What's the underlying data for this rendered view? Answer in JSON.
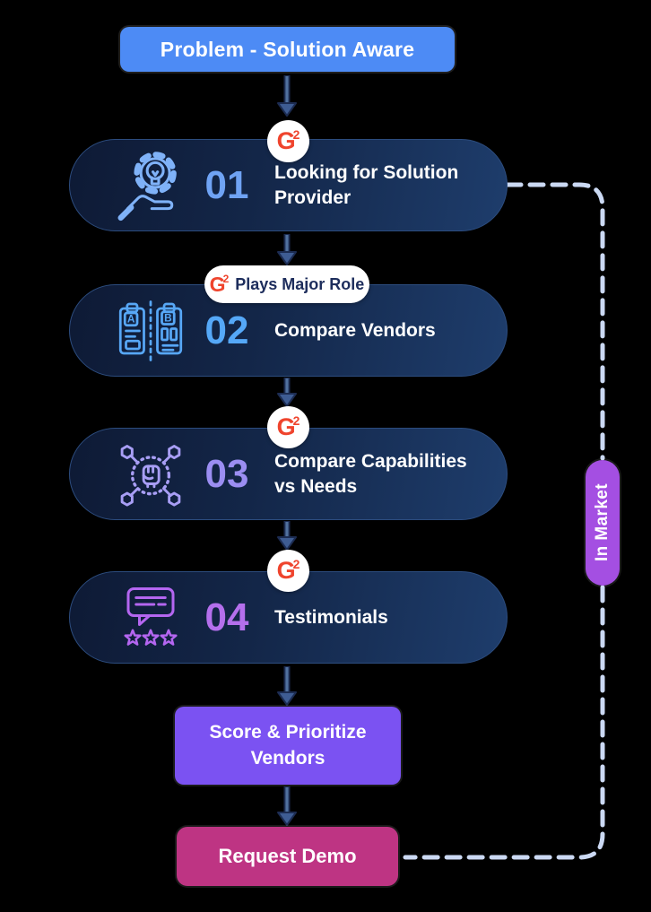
{
  "top_box": {
    "label": "Problem - Solution Aware"
  },
  "g2": {
    "letter": "G",
    "sup": "2"
  },
  "badge": {
    "label": "Plays Major Role"
  },
  "steps": [
    {
      "number": "01",
      "title": "Looking for Solution Provider",
      "icon": "hand-lightbulb-gear-icon",
      "number_color": "#6FA3F4"
    },
    {
      "number": "02",
      "title": "Compare Vendors",
      "icon": "compare-documents-ab-icon",
      "number_color": "#55A8F7"
    },
    {
      "number": "03",
      "title": "Compare Capabilities vs Needs",
      "icon": "fist-network-icon",
      "number_color": "#9B8EF2"
    },
    {
      "number": "04",
      "title": "Testimonials",
      "icon": "review-bubble-stars-icon",
      "number_color": "#B46FEC"
    }
  ],
  "actions": {
    "score_prioritize": "Score & Prioritize Vendors",
    "request_demo": "Request Demo"
  },
  "side_label": {
    "label": "In Market"
  },
  "colors": {
    "top_box": "#4D8BF5",
    "pill_gradient_start": "#0E1A35",
    "pill_gradient_end": "#1E3D6C",
    "score_button": "#7B52F2",
    "request_demo_button": "#BE3483",
    "in_market_label": "#A44FE2",
    "g2_logo_red": "#EF442D",
    "dashed_connector": "#CBD9F3",
    "arrow_shaft": "#51719F"
  }
}
